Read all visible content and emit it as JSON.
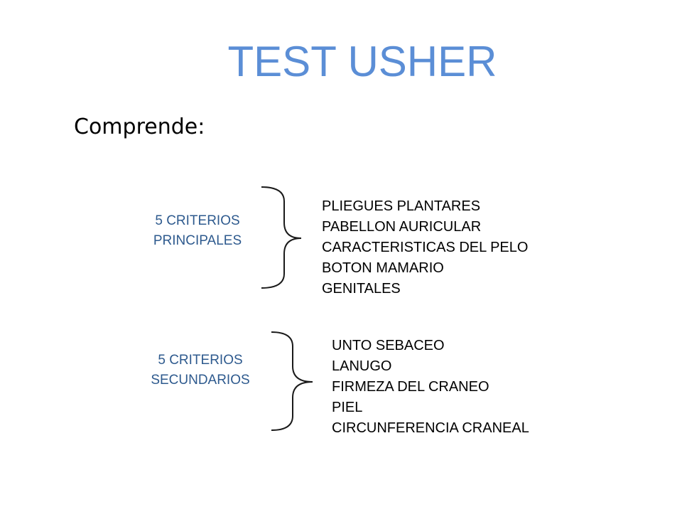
{
  "slide": {
    "title": "TEST USHER",
    "subtitle": "Comprende:"
  },
  "principales": {
    "label_line1": "5 CRITERIOS",
    "label_line2": "PRINCIPALES",
    "items": [
      "PLIEGUES PLANTARES",
      "PABELLON AURICULAR",
      "CARACTERISTICAS DEL PELO",
      "BOTON MAMARIO",
      "GENITALES"
    ]
  },
  "secundarios": {
    "label_line1": "5 CRITERIOS",
    "label_line2": "SECUNDARIOS",
    "items": [
      "UNTO SEBACEO",
      "LANUGO",
      "FIRMEZA DEL CRANEO",
      "PIEL",
      "CIRCUNFERENCIA CRANEAL"
    ]
  },
  "colors": {
    "title": "#5b8ed6",
    "label": "#2e5a8e",
    "text": "#000000",
    "brace": "#1a1a1a"
  }
}
